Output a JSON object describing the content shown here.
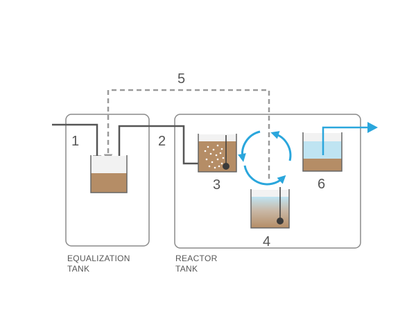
{
  "diagram": {
    "step_labels": {
      "s1": "1",
      "s2": "2",
      "s3": "3",
      "s4": "4",
      "s5": "5",
      "s6": "6"
    },
    "captions": {
      "equalization_line1": "EQUALIZATION",
      "equalization_line2": "TANK",
      "reactor_line1": "REACTOR",
      "reactor_line2": "TANK"
    },
    "colors": {
      "outline": "#8a8a8a",
      "pipe": "#555555",
      "dashed_pipe": "#9a9a9a",
      "sludge": "#b58d66",
      "water": "#bfe4f2",
      "clear_water": "#7fd0ec",
      "cycle_arrow": "#2aa6dc",
      "effluent_arrow": "#2aa6dc"
    }
  }
}
